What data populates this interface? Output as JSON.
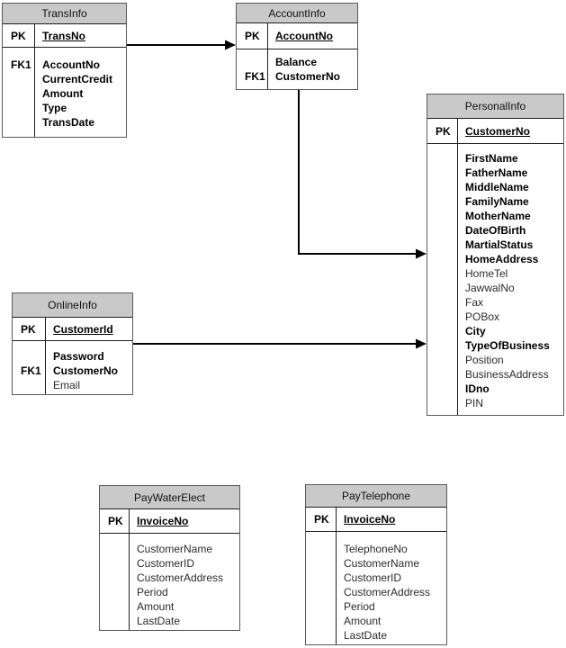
{
  "diagram": {
    "type": "entity-relationship",
    "background_color": "#ffffff",
    "header_fill_color": "#c9c9c9",
    "border_color": "#595959",
    "connector_color": "#000000"
  },
  "tables": [
    {
      "title": "TransInfo",
      "pk_label": "PK",
      "pk_field": "TransNo",
      "fk": {
        "label": "FK1",
        "line_index": 0
      },
      "fields": [
        {
          "name": "AccountNo",
          "bold": true
        },
        {
          "name": "CurrentCredit",
          "bold": true
        },
        {
          "name": "Amount",
          "bold": true
        },
        {
          "name": "Type",
          "bold": true
        },
        {
          "name": "TransDate",
          "bold": true
        }
      ]
    },
    {
      "title": "AccountInfo",
      "pk_label": "PK",
      "pk_field": "AccountNo",
      "fk": {
        "label": "FK1",
        "line_index": 1
      },
      "fields": [
        {
          "name": "Balance",
          "bold": true
        },
        {
          "name": "CustomerNo",
          "bold": true
        }
      ]
    },
    {
      "title": "PersonalInfo",
      "pk_label": "PK",
      "pk_field": "CustomerNo",
      "fk": null,
      "fields": [
        {
          "name": "FirstName",
          "bold": true
        },
        {
          "name": "FatherName",
          "bold": true
        },
        {
          "name": "MiddleName",
          "bold": true
        },
        {
          "name": "FamilyName",
          "bold": true
        },
        {
          "name": "MotherName",
          "bold": true
        },
        {
          "name": "DateOfBirth",
          "bold": true
        },
        {
          "name": "MartialStatus",
          "bold": true
        },
        {
          "name": "HomeAddress",
          "bold": true
        },
        {
          "name": "HomeTel",
          "bold": false
        },
        {
          "name": "JawwalNo",
          "bold": false
        },
        {
          "name": "Fax",
          "bold": false
        },
        {
          "name": "POBox",
          "bold": false
        },
        {
          "name": "City",
          "bold": true
        },
        {
          "name": "TypeOfBusiness",
          "bold": true
        },
        {
          "name": "Position",
          "bold": false
        },
        {
          "name": "BusinessAddress",
          "bold": false
        },
        {
          "name": "IDno",
          "bold": true
        },
        {
          "name": "PIN",
          "bold": false
        }
      ]
    },
    {
      "title": "OnlineInfo",
      "pk_label": "PK",
      "pk_field": "CustomerId",
      "fk": {
        "label": "FK1",
        "line_index": 1
      },
      "fields": [
        {
          "name": "Password",
          "bold": true
        },
        {
          "name": "CustomerNo",
          "bold": true
        },
        {
          "name": "Email",
          "bold": false
        }
      ]
    },
    {
      "title": "PayWaterElect",
      "pk_label": "PK",
      "pk_field": "InvoiceNo",
      "fk": null,
      "fields": [
        {
          "name": "CustomerName",
          "bold": false
        },
        {
          "name": "CustomerID",
          "bold": false
        },
        {
          "name": "CustomerAddress",
          "bold": false
        },
        {
          "name": "Period",
          "bold": false
        },
        {
          "name": "Amount",
          "bold": false
        },
        {
          "name": "LastDate",
          "bold": false
        }
      ]
    },
    {
      "title": "PayTelephone",
      "pk_label": "PK",
      "pk_field": "InvoiceNo",
      "fk": null,
      "fields": [
        {
          "name": "TelephoneNo",
          "bold": false
        },
        {
          "name": "CustomerName",
          "bold": false
        },
        {
          "name": "CustomerID",
          "bold": false
        },
        {
          "name": "CustomerAddress",
          "bold": false
        },
        {
          "name": "Period",
          "bold": false
        },
        {
          "name": "Amount",
          "bold": false
        },
        {
          "name": "LastDate",
          "bold": false
        }
      ]
    }
  ],
  "connectors": [
    {
      "from": "TransInfo",
      "to": "AccountInfo",
      "arrow": "filled-right"
    },
    {
      "from": "AccountInfo",
      "to": "PersonalInfo",
      "arrow": "filled-right"
    },
    {
      "from": "OnlineInfo",
      "to": "PersonalInfo",
      "arrow": "filled-right"
    }
  ]
}
